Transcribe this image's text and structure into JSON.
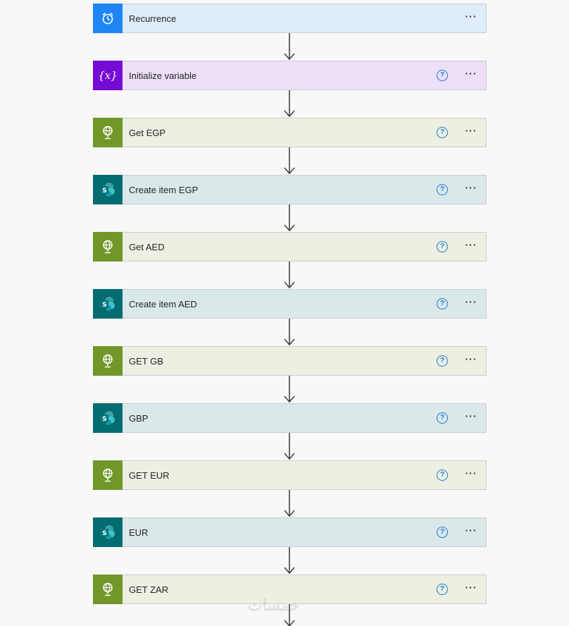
{
  "steps": [
    {
      "title": "Recurrence",
      "kind": "recurrence",
      "icon": "alarm-clock-icon",
      "has_help": false
    },
    {
      "title": "Initialize variable",
      "kind": "variable",
      "icon": "variable-braces-icon",
      "has_help": true
    },
    {
      "title": "Get EGP",
      "kind": "http",
      "icon": "globe-icon",
      "has_help": true
    },
    {
      "title": "Create item EGP",
      "kind": "sharepoint",
      "icon": "sharepoint-icon",
      "has_help": true
    },
    {
      "title": "Get AED",
      "kind": "http",
      "icon": "globe-icon",
      "has_help": true
    },
    {
      "title": "Create item AED",
      "kind": "sharepoint",
      "icon": "sharepoint-icon",
      "has_help": true
    },
    {
      "title": "GET GB",
      "kind": "http",
      "icon": "globe-icon",
      "has_help": true
    },
    {
      "title": "GBP",
      "kind": "sharepoint",
      "icon": "sharepoint-icon",
      "has_help": true
    },
    {
      "title": "GET EUR",
      "kind": "http",
      "icon": "globe-icon",
      "has_help": true
    },
    {
      "title": "EUR",
      "kind": "sharepoint",
      "icon": "sharepoint-icon",
      "has_help": true
    },
    {
      "title": "GET ZAR",
      "kind": "http",
      "icon": "globe-icon",
      "has_help": true
    }
  ],
  "help_glyph": "?",
  "more_glyph": "···",
  "watermark": "خمسات",
  "colors": {
    "recurrence": "#1f85f2",
    "variable": "#770bd6",
    "http": "#709727",
    "sharepoint": "#036c70",
    "help": "#1b7bd8"
  }
}
